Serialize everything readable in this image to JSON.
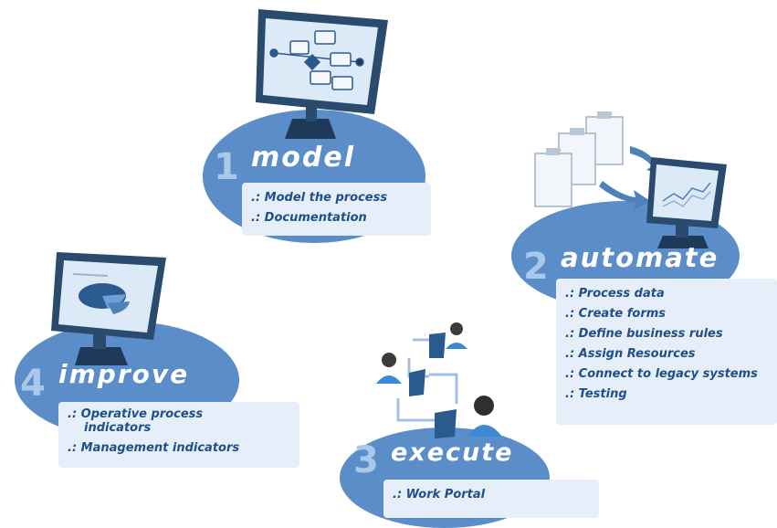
{
  "steps": {
    "model": {
      "number": "1",
      "title": "model",
      "items": [
        ".: Model  the process",
        ".: Documentation"
      ]
    },
    "automate": {
      "number": "2",
      "title": "automate",
      "items": [
        ".: Process data",
        ".: Create forms",
        ".: Define business rules",
        ".: Assign Resources",
        ".: Connect to legacy systems",
        ".: Testing"
      ]
    },
    "execute": {
      "number": "3",
      "title": "execute",
      "items": [
        ".: Work Portal"
      ]
    },
    "improve": {
      "number": "4",
      "title": "improve",
      "items": [
        ".: Operative process",
        "indicators",
        ".: Management indicators"
      ]
    }
  },
  "colors": {
    "ellipse": "#5b8dc8",
    "number": "#aac8ea",
    "box": "#e6eef9",
    "text": "#1e4f87",
    "monitor": "#2a4a6e",
    "screen": "#dce9f6"
  },
  "icons": [
    "monitor-icon",
    "flowchart-icon",
    "clipboard-icon",
    "chart-icon",
    "pie-chart-icon",
    "user-icon",
    "arrow-icon"
  ]
}
